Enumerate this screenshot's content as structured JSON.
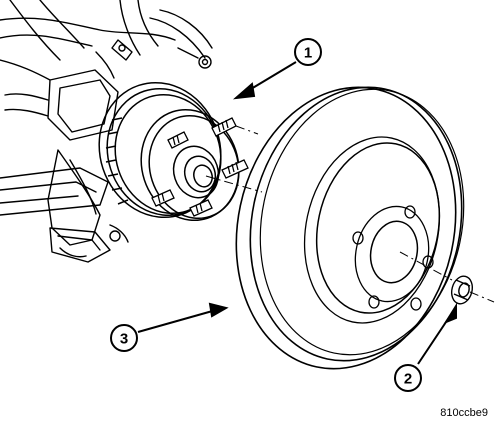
{
  "figure": {
    "callouts": [
      {
        "id": "1",
        "label": "1"
      },
      {
        "id": "2",
        "label": "2"
      },
      {
        "id": "3",
        "label": "3"
      }
    ],
    "figure_code": "810ccbe9"
  },
  "colors": {
    "line": "#000000",
    "background": "#ffffff"
  }
}
